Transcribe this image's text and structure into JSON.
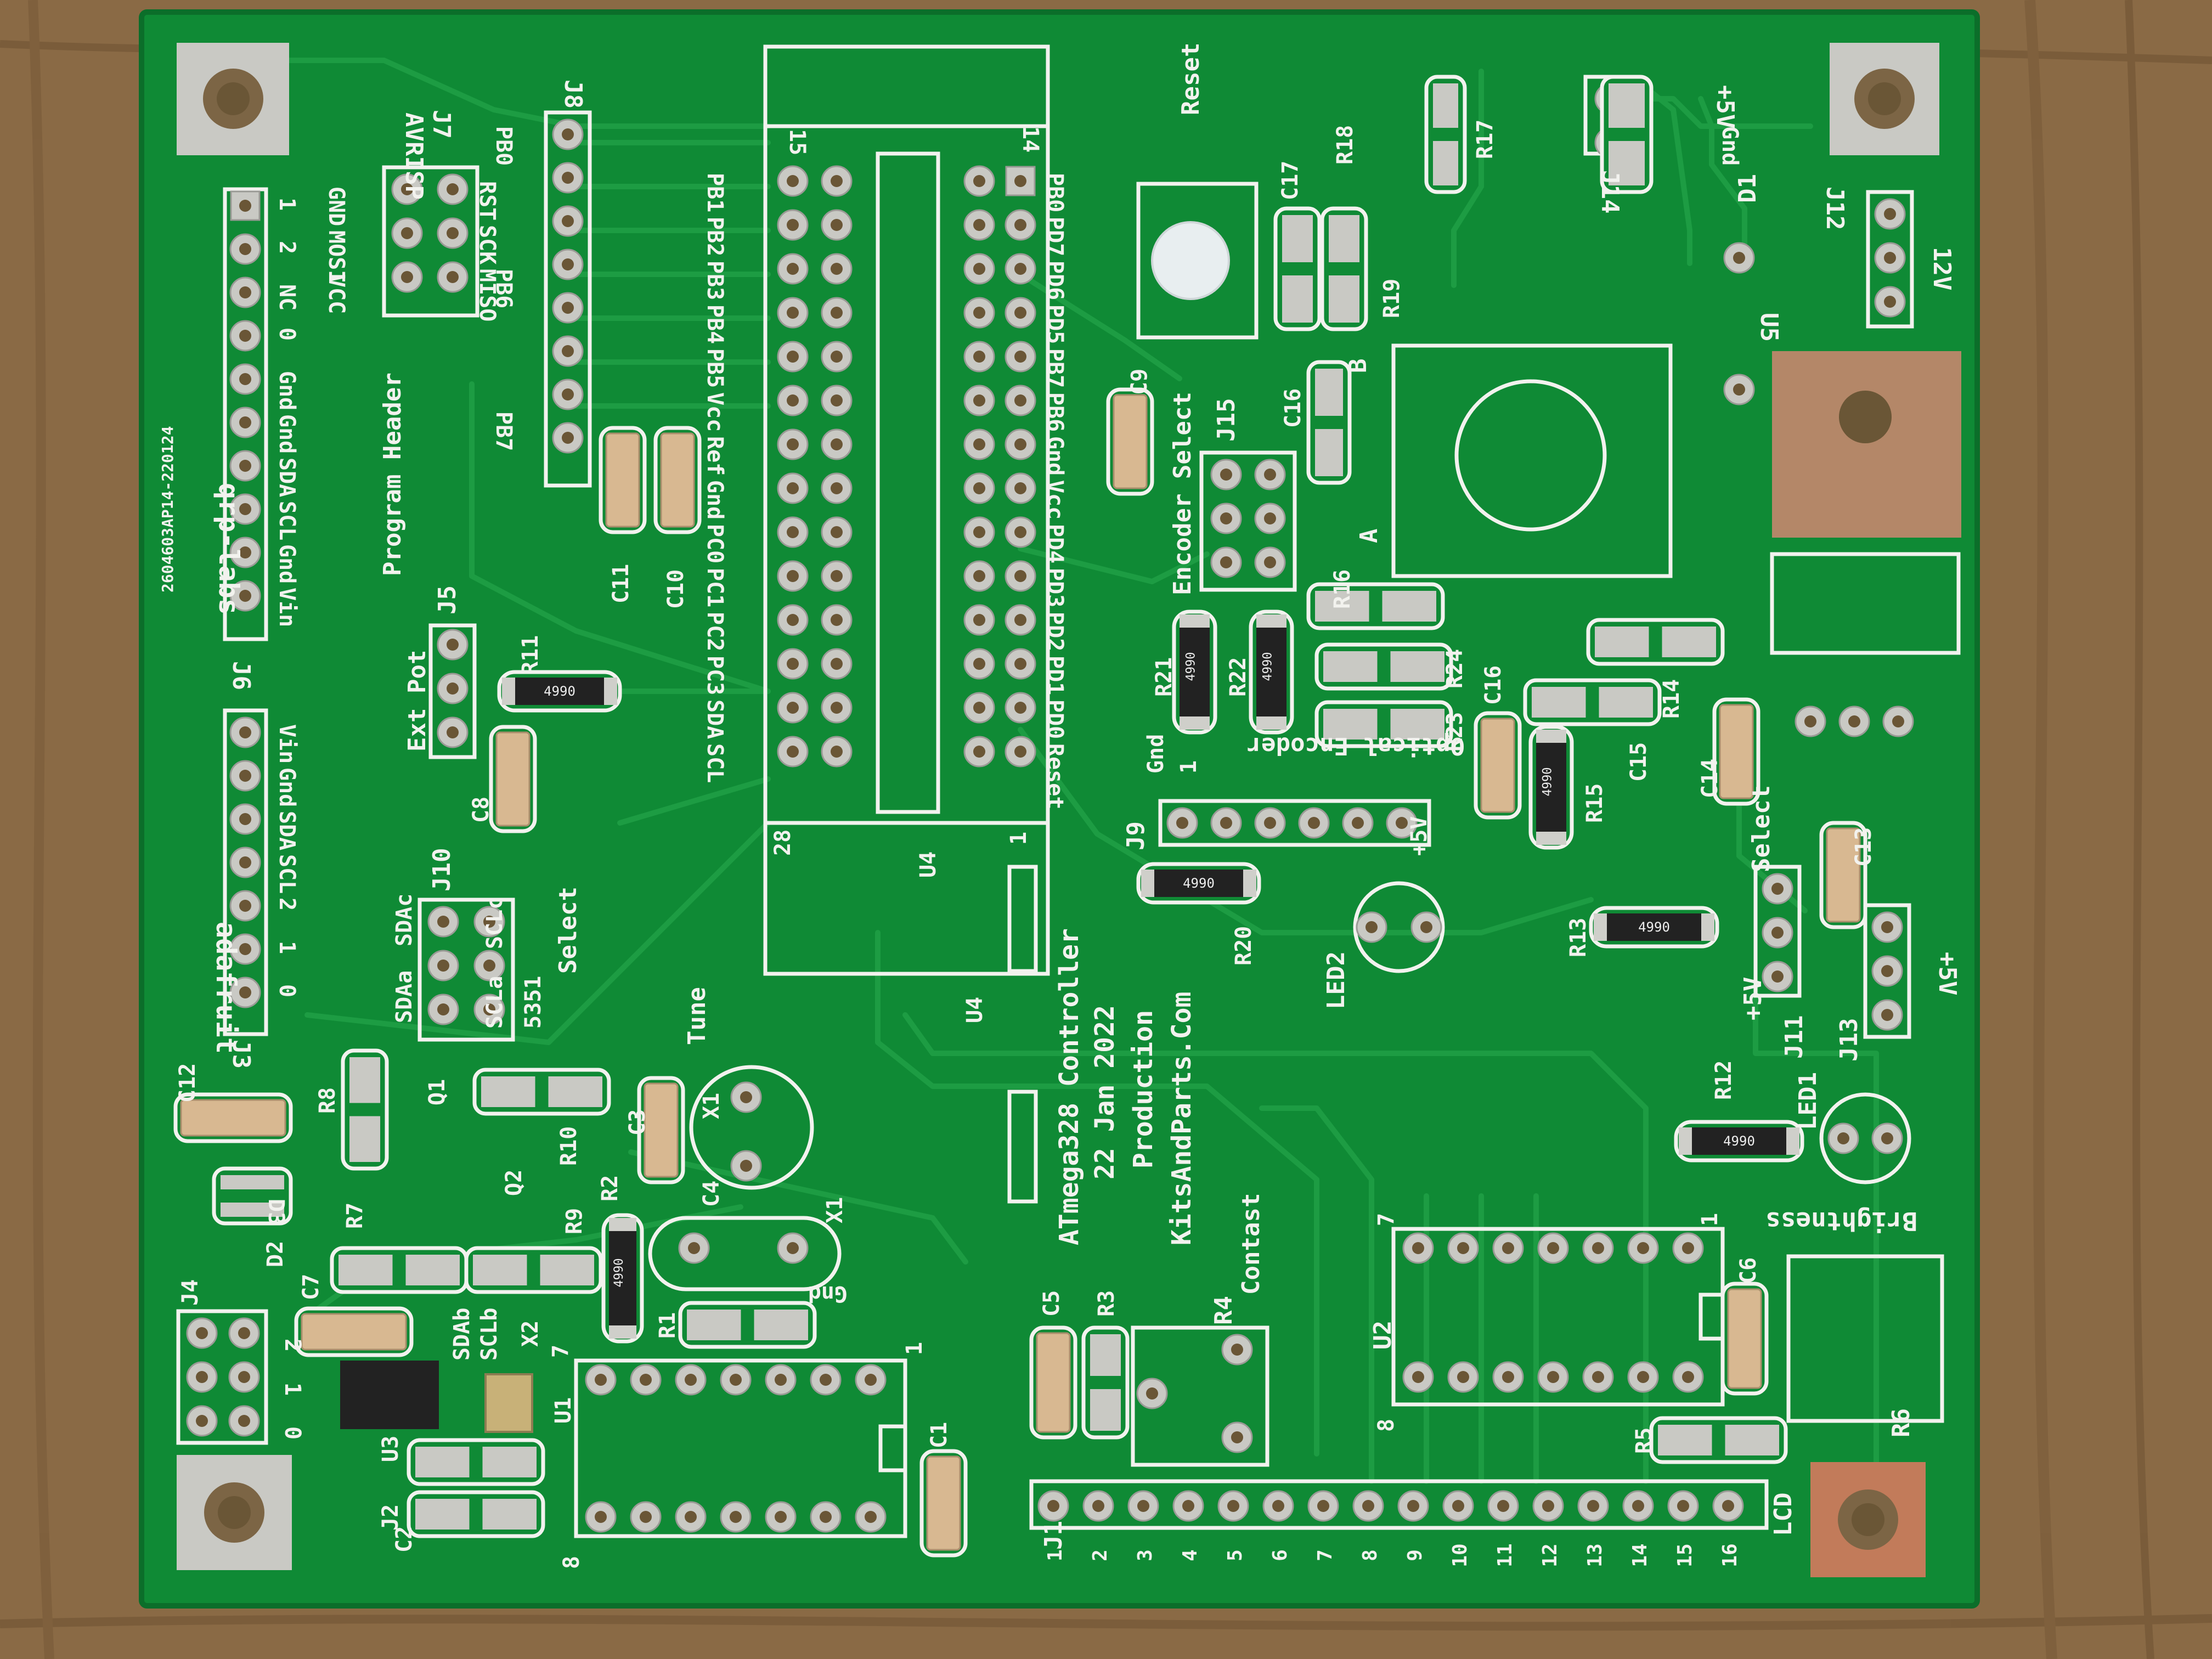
{
  "board": {
    "version_code": "2604603AP14-220124",
    "brand": "qrp-labs",
    "product_lines": [
      "ATmega328 Controller",
      "22 Jan 2022",
      "Production",
      "KitsAndParts.Com"
    ],
    "colors": {
      "solder_mask": "#0f8a35",
      "silkscreen": "#f2f2ee",
      "pads": "#c9c9c4",
      "wood": "#8a6a45"
    }
  },
  "labels": {
    "program_header": "Program Header",
    "avrisp": "AVRISP",
    "j7": "J7",
    "j8": "J8",
    "j6": "J6",
    "j5": "J5",
    "ext_pot": "Ext Pot",
    "adafruit": "adafruit",
    "j3": "J3",
    "j10": "J10",
    "sdac": "SDAc",
    "sclc": "SCLc",
    "select": "Select",
    "sdaa": "SDAa",
    "scla": "SCLa",
    "si5351": "5351",
    "j4": "J4",
    "j2": "J2",
    "u3": "U3",
    "u1": "U1",
    "x2": "X2",
    "sdab": "SDAb",
    "sclb": "SCLb",
    "u4": "U4",
    "tune": "Tune",
    "x1": "X1",
    "reset": "Reset",
    "encoder_select": "Encoder Select",
    "j15": "J15",
    "optical_encoder": "Optical Encoder",
    "j9": "J9",
    "gnd": "Gnd",
    "plus5v": "+5V",
    "j14": "J14",
    "j12": "J12",
    "twelve_v": "12V",
    "d1": "D1",
    "u5": "U5",
    "a": "A",
    "b": "B",
    "led1": "LED1",
    "led2": "LED2",
    "j11": "J11",
    "j13": "J13",
    "brightness": "Brightness",
    "r6": "R6",
    "u2": "U2",
    "contrast": "Contast",
    "r4": "R4",
    "j1": "J1",
    "lcd": "LCD",
    "r1": "R1",
    "r2": "R2",
    "r3": "R3",
    "r5": "R5",
    "r7": "R7",
    "r8": "R8",
    "r9": "R9",
    "r10": "R10",
    "r11": "R11",
    "r12": "R12",
    "r13": "R13",
    "r14": "R14",
    "r15": "R15",
    "r16": "R16",
    "r17": "R17",
    "r18": "R18",
    "r19": "R19",
    "r20": "R20",
    "r21": "R21",
    "r22": "R22",
    "r23": "R23",
    "r24": "R24",
    "c1": "C1",
    "c2": "C2",
    "c3": "C3",
    "c4": "C4",
    "c5": "C5",
    "c6": "C6",
    "c7": "C7",
    "c8": "C8",
    "c9": "C9",
    "c10": "C10",
    "c11": "C11",
    "c12": "C12",
    "c13": "C13",
    "c14": "C14",
    "c15": "C15",
    "c16": "C16",
    "c17": "C17",
    "d2": "D2",
    "d3": "D3",
    "q1": "Q1",
    "q2": "Q2",
    "resistor_value": "4990",
    "pin1": "1",
    "pin14": "14",
    "pin15": "15",
    "pin28": "28",
    "pin7": "7",
    "pin8": "8"
  },
  "j6_pins": [
    "1",
    "2",
    "NC",
    "0",
    "Gnd",
    "Gnd",
    "SDA",
    "SCL",
    "Gnd",
    "Vin"
  ],
  "j3_pins": [
    "Vin",
    "Gnd",
    "SDA",
    "SCL",
    "2",
    "1",
    "0"
  ],
  "j8_pins": [
    "PB0",
    "PB6",
    "PB7"
  ],
  "avrisp_left": [
    "GND",
    "MOSI",
    "VCC"
  ],
  "avrisp_right": [
    "RST",
    "SCK",
    "MISO"
  ],
  "u4_left": [
    "PB1",
    "PB2",
    "PB3",
    "PB4",
    "PB5",
    "Vcc",
    "Ref",
    "Gnd",
    "PC0",
    "PC1",
    "PC2",
    "PC3",
    "SDA",
    "SCL"
  ],
  "u4_right": [
    "PB0",
    "PD7",
    "PD6",
    "PD5",
    "PB7",
    "PB6",
    "Gnd",
    "Vcc",
    "PD4",
    "PD3",
    "PD2",
    "PD1",
    "PD0",
    "Reset"
  ],
  "j14_pins": [
    "+5V",
    "Gnd"
  ],
  "j9_pins": [
    "Gnd",
    "1",
    "Optical Encoder",
    "+5V"
  ],
  "j4_pins": [
    "2",
    "1",
    "0"
  ],
  "lcd_pins": [
    "1",
    "2",
    "3",
    "4",
    "5",
    "6",
    "7",
    "8",
    "9",
    "10",
    "11",
    "12",
    "13",
    "14",
    "15",
    "16"
  ]
}
